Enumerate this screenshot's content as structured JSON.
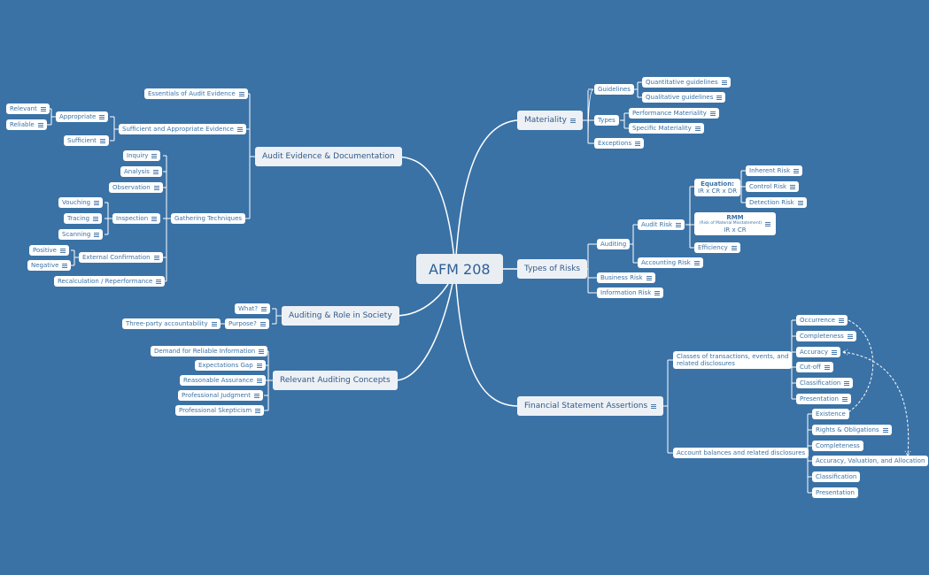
{
  "root": "AFM 208",
  "materiality": {
    "title": "Materiality",
    "guidelines": "Guidelines",
    "quantitative": "Quantitative guidelines",
    "qualitative": "Qualitative guidelines",
    "types": "Types",
    "performance": "Performance Materiality",
    "specific": "Specific Materiality",
    "exceptions": "Exceptions"
  },
  "risks": {
    "title": "Types of Risks",
    "auditing": "Auditing",
    "audit_risk": "Audit Risk",
    "equation_label": "Equation:",
    "equation": "IR x CR x DR",
    "inherent": "Inherent Risk",
    "control": "Control Risk",
    "detection": "Detection Risk",
    "rmm_title": "RMM",
    "rmm_sub": "(Risk of Material Misstatement)",
    "rmm_eq": "IR x CR",
    "efficiency": "Efficiency",
    "accounting": "Accounting Risk",
    "business": "Business Risk",
    "information": "Information Risk"
  },
  "assertions": {
    "title": "Financial Statement Assertions",
    "classes_line1": "Classes of transactions, events, and",
    "classes_line2": "related disclosures",
    "classes_items": [
      "Occurrence",
      "Completeness",
      "Accuracy",
      "Cut-off",
      "Classification",
      "Presentation"
    ],
    "balances": "Account balances and related disclosures",
    "balances_items": [
      "Existence",
      "Rights & Obligations",
      "Completeness",
      "Accuracy, Valuation, and Allocation",
      "Classification",
      "Presentation"
    ]
  },
  "evidence": {
    "title": "Audit Evidence & Documentation",
    "essentials": "Essentials of Audit Evidence",
    "sufficient_appropriate": "Sufficient and Appropriate Evidence",
    "appropriate": "Appropriate",
    "relevant": "Relevant",
    "reliable": "Reliable",
    "sufficient": "Sufficient",
    "gathering": "Gathering Techniques",
    "inquiry": "Inquiry",
    "analysis": "Analysis",
    "observation": "Observation",
    "inspection": "Inspection",
    "vouching": "Vouching",
    "tracing": "Tracing",
    "scanning": "Scanning",
    "external": "External Confirmation",
    "positive": "Positive",
    "negative": "Negative",
    "recalc": "Recalculation / Reperformance"
  },
  "society": {
    "title": "Auditing & Role in Society",
    "what": "What?",
    "purpose": "Purpose?",
    "three_party": "Three-party accountability"
  },
  "concepts": {
    "title": "Relevant Auditing Concepts",
    "items": [
      "Demand for Reliable Information",
      "Expectations Gap",
      "Reasonable Assurance",
      "Professional Judgment",
      "Professional Skepticism"
    ]
  }
}
